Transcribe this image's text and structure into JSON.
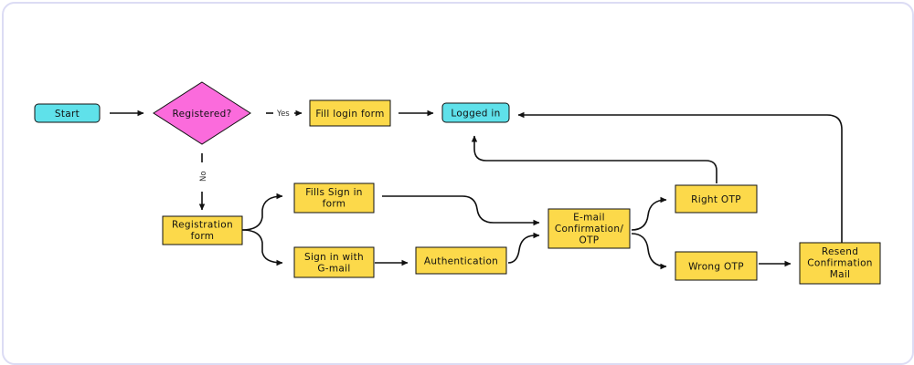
{
  "colors": {
    "terminal": "#5fe1ea",
    "process": "#fcd94a",
    "decision": "#fb6bdc",
    "stroke": "#111111"
  },
  "nodes": {
    "start": "Start",
    "registered": "Registered?",
    "fill_login": "Fill login form",
    "logged_in": "Logged in",
    "registration_form": [
      "Registration",
      "form"
    ],
    "fills_sign_in": [
      "Fills Sign in",
      "form"
    ],
    "sign_in_gmail": [
      "Sign in with",
      "G-mail"
    ],
    "authentication": "Authentication",
    "email_confirmation": [
      "E-mail",
      "Confirmation/",
      "OTP"
    ],
    "right_otp": "Right OTP",
    "wrong_otp": "Wrong OTP",
    "resend_mail": [
      "Resend",
      "Confirmation",
      "Mail"
    ]
  },
  "edge_labels": {
    "yes": "Yes",
    "no": "No"
  }
}
